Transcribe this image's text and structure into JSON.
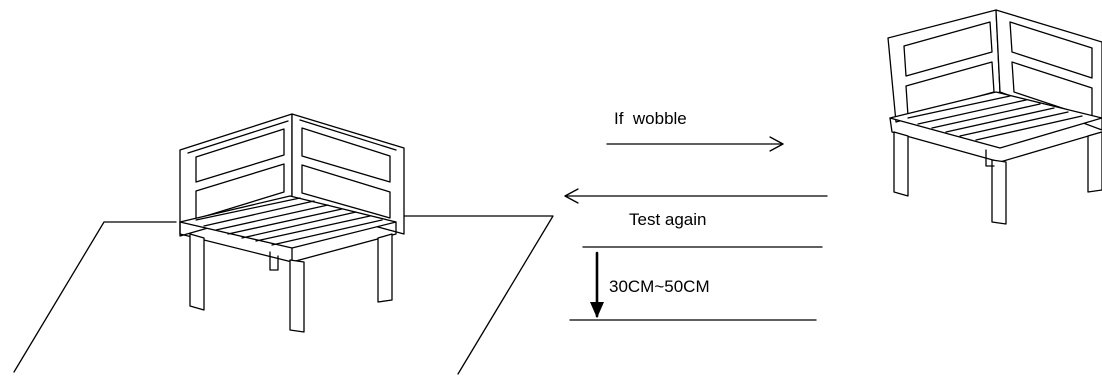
{
  "labels": {
    "if_wobble": "If  wobble",
    "test_again": "Test again",
    "drop_height": "30CM~50CM"
  },
  "colors": {
    "ink": "#000000",
    "background": "#ffffff"
  },
  "icons": [
    "corner-chair-drawing",
    "floor-plane",
    "arrow-right",
    "arrow-left",
    "arrow-down"
  ]
}
